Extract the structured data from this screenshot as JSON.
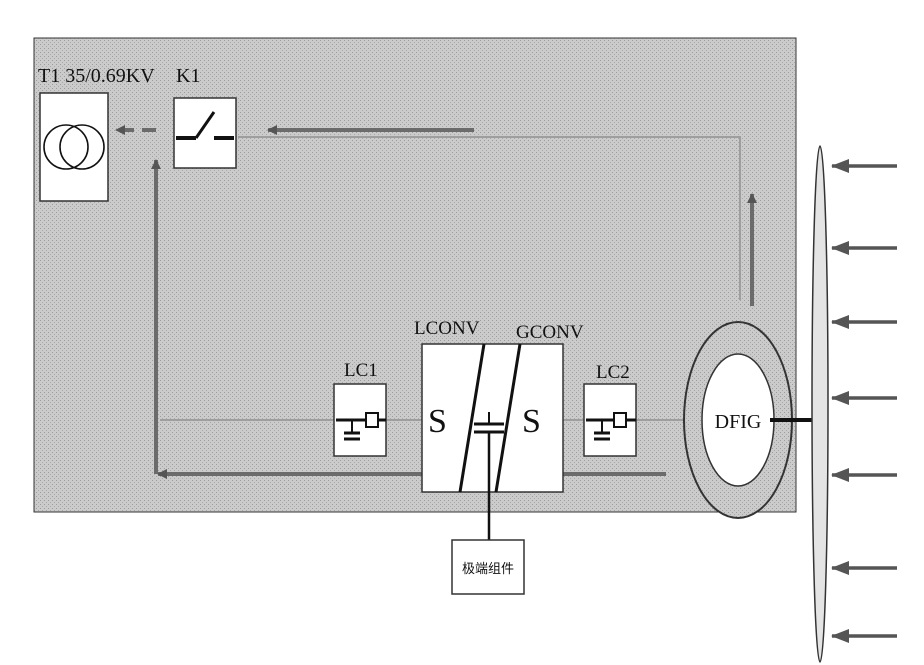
{
  "labels": {
    "transformer": "T1 35/0.69KV",
    "switch": "K1",
    "lconv": "LCONV",
    "gconv": "GCONV",
    "lc1": "LC1",
    "lc2": "LC2",
    "dfig": "DFIG",
    "module": "极端组件"
  },
  "colors": {
    "panel": "#cfcfcf",
    "box": "#ffffff",
    "ink": "#111111",
    "arrow": "#6e6e6e",
    "wire": "#9a9a9a",
    "hub": "#d6d6d6"
  }
}
